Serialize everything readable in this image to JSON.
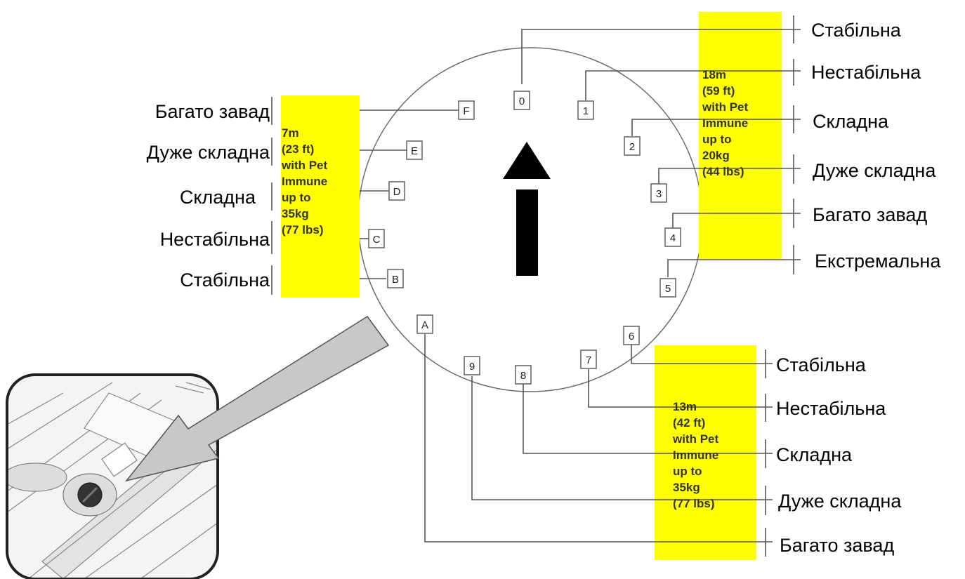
{
  "colors": {
    "highlight": "#ffff00",
    "arrow": "#000000",
    "callout_arrow": "#c8c8c8"
  },
  "dial": {
    "positions": [
      "0",
      "1",
      "2",
      "3",
      "4",
      "5",
      "6",
      "7",
      "8",
      "9",
      "A",
      "B",
      "C",
      "D",
      "E",
      "F"
    ]
  },
  "groups": {
    "left": {
      "info": [
        "7m",
        "(23 ft)",
        "with Pet",
        "Immune",
        "up to",
        "35kg",
        "(77 lbs)"
      ],
      "labels": [
        "Багато завад",
        "Дуже складна",
        "Складна",
        "Нестабільна",
        "Стабільна"
      ]
    },
    "top_right": {
      "info": [
        "18m",
        "(59 ft)",
        "with Pet",
        "Immune",
        "up to",
        "20kg",
        "(44 lbs)"
      ],
      "labels": [
        "Стабільна",
        "Нестабільна",
        "Складна",
        "Дуже складна",
        "Багато завад",
        "Екстремальна"
      ]
    },
    "bottom_right": {
      "info": [
        "13m",
        "(42 ft)",
        "with Pet",
        "Immune",
        "up to",
        "35kg",
        "(77 lbs)"
      ],
      "labels": [
        "Стабільна",
        "Нестабільна",
        "Складна",
        "Дуже складна",
        "Багато завад"
      ]
    }
  },
  "icons": {
    "direction": "up-arrow-icon",
    "callout": "callout-arrow-icon",
    "device": "rotary-switch-photo"
  }
}
